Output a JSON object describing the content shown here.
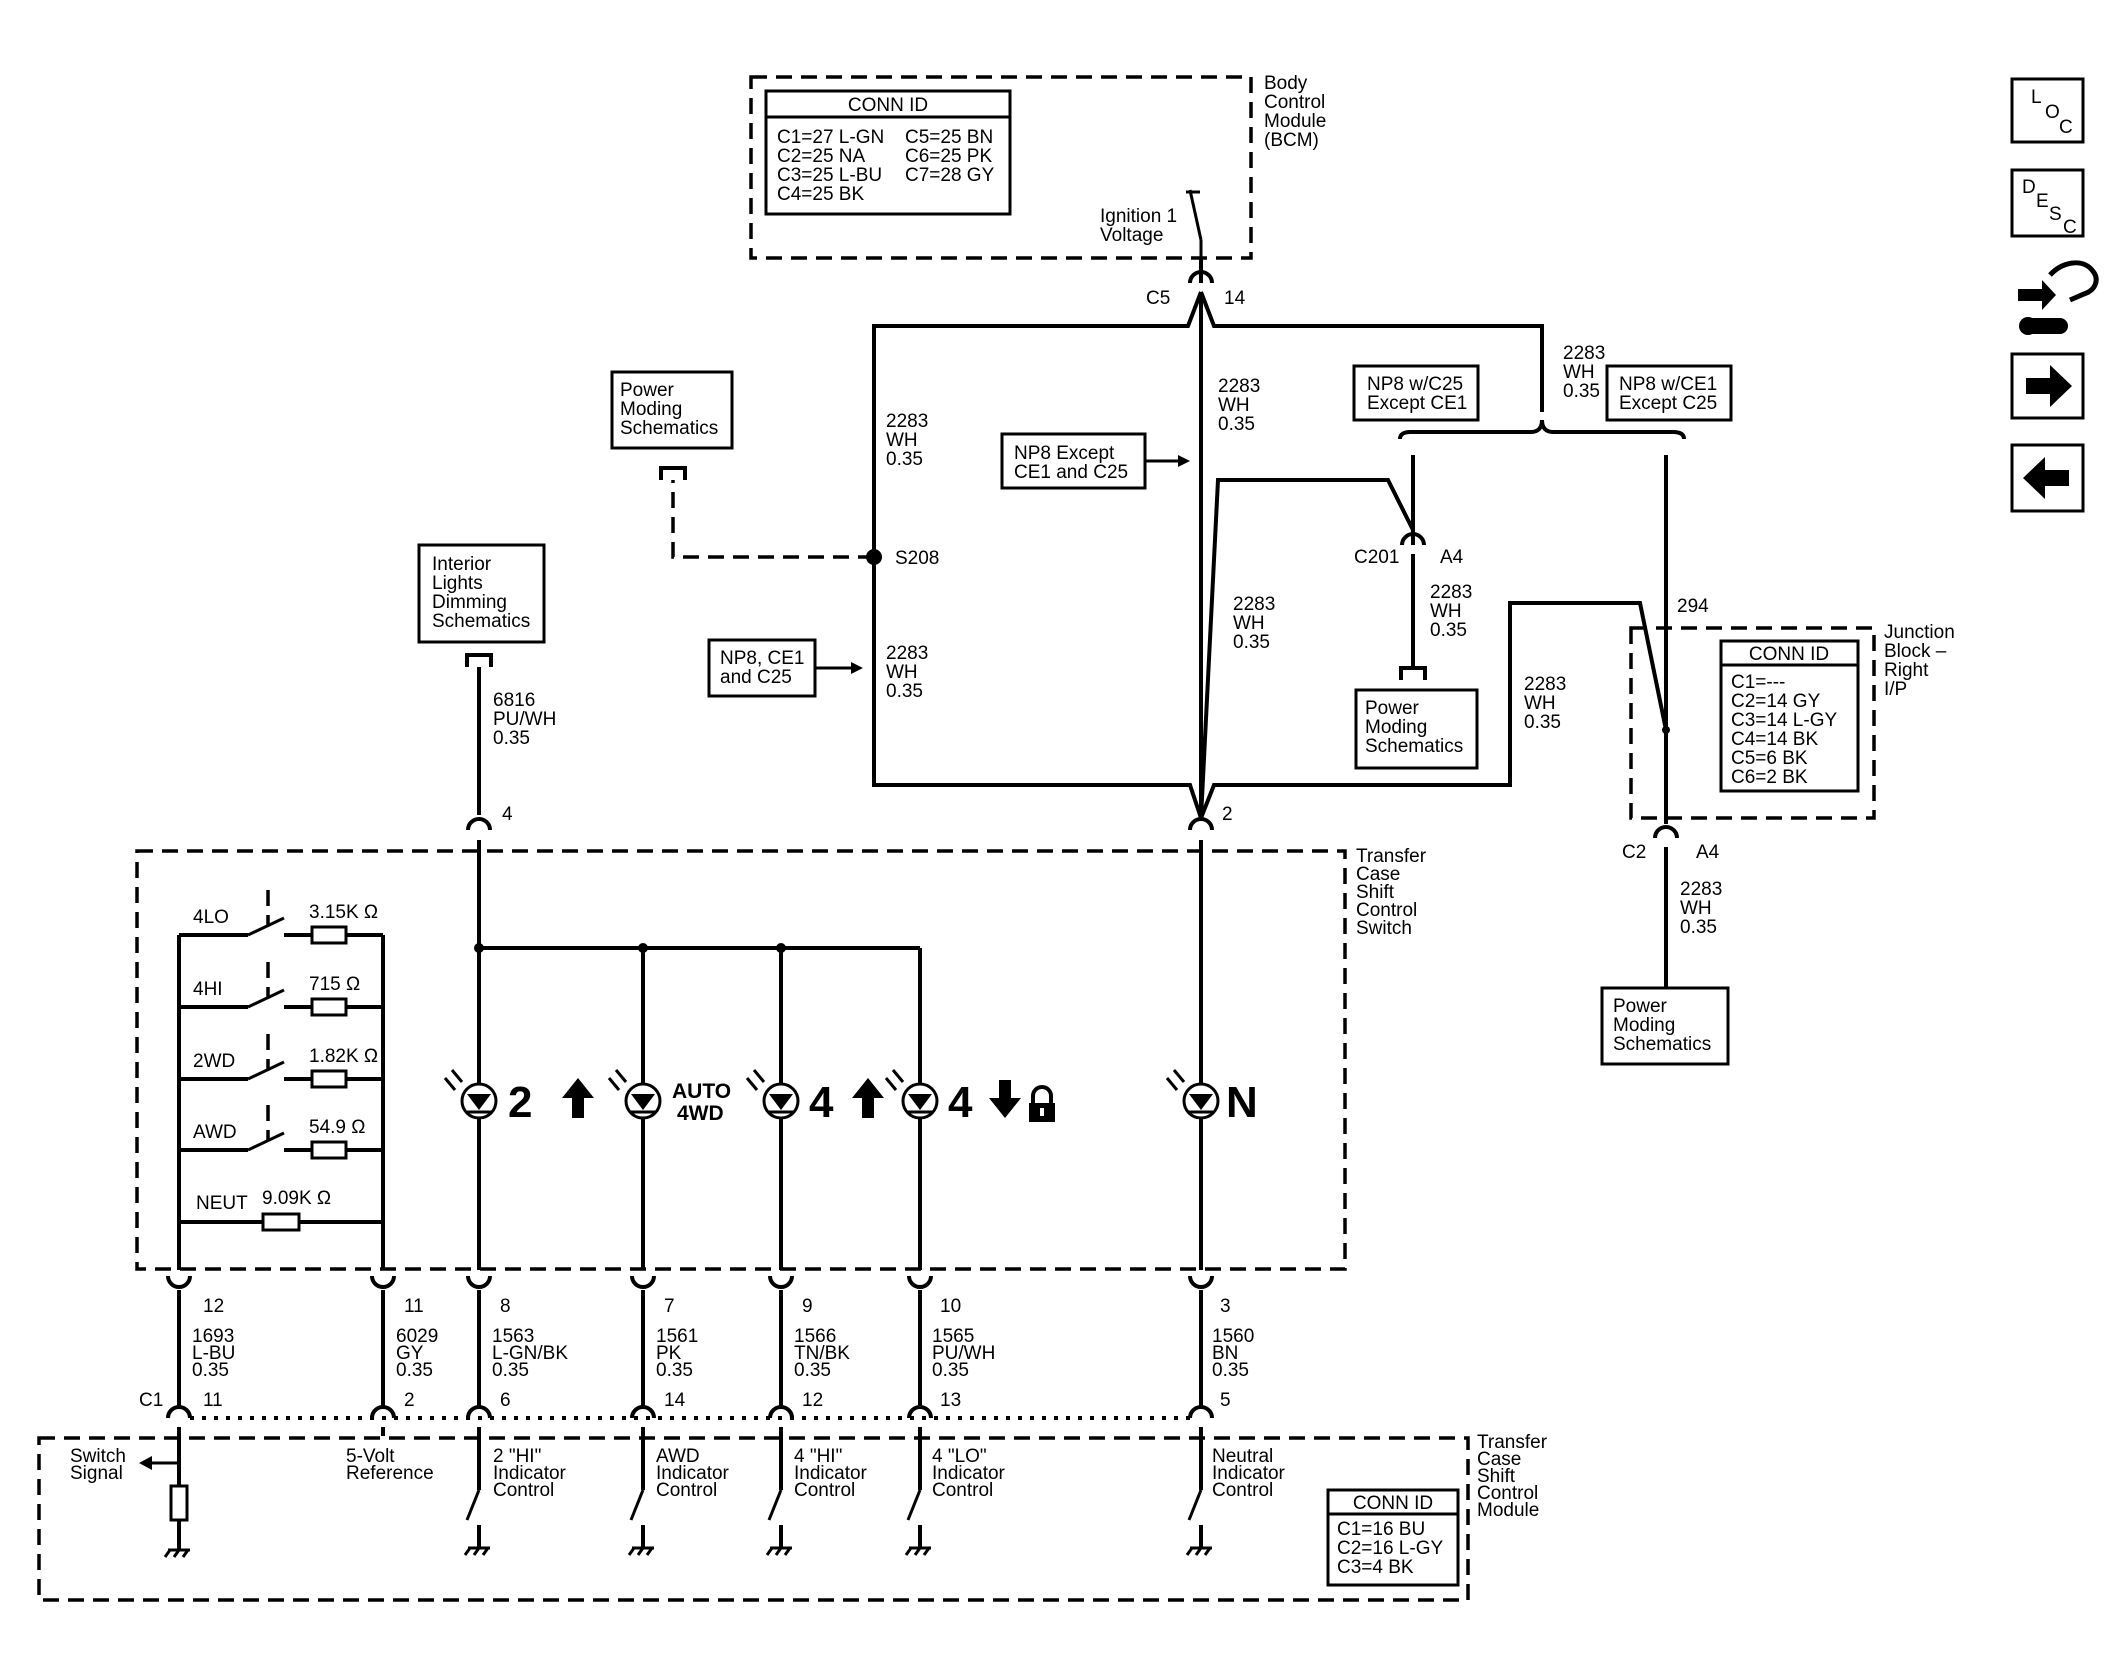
{
  "bcm": {
    "name": [
      "Body",
      "Control",
      "Module",
      "(BCM)"
    ],
    "conn_title": "CONN ID",
    "conn_left": [
      "C1=27 L-GN",
      "C2=25 NA",
      "C3=25 L-BU",
      "C4=25 BK"
    ],
    "conn_right": [
      "C5=25 BN",
      "C6=25 PK",
      "C7=28 GY"
    ],
    "ignition": [
      "Ignition 1",
      "Voltage"
    ],
    "conn": "C5",
    "pin": "14"
  },
  "wires": {
    "w2283a": [
      "2283",
      "WH",
      "0.35"
    ],
    "w2283b": [
      "2283",
      "WH",
      "0.35"
    ],
    "w2283c": [
      "2283",
      "WH",
      "0.35"
    ],
    "w2283d": [
      "2283",
      "WH",
      "0.35"
    ],
    "w2283e": [
      "2283",
      "WH",
      "0.35"
    ],
    "w2283f": [
      "2283",
      "WH",
      "0.35"
    ],
    "w2283g": [
      "2283",
      "WH",
      "0.35"
    ],
    "w2283h": [
      "2283",
      "WH",
      "0.35"
    ],
    "w6816": [
      "6816",
      "PU/WH",
      "0.35"
    ]
  },
  "refs": {
    "power_moding": [
      "Power",
      "Moding",
      "Schematics"
    ],
    "interior": [
      "Interior",
      "Lights",
      "Dimming",
      "Schematics"
    ],
    "np8_except": [
      "NP8 Except",
      "CE1 and C25"
    ],
    "np8_ce1": [
      "NP8, CE1",
      "and C25"
    ],
    "np8_c25": [
      "NP8 w/C25",
      "Except CE1"
    ],
    "np8_ce1b": [
      "NP8 w/CE1",
      "Except C25"
    ]
  },
  "splice": "S208",
  "c201": {
    "conn": "C201",
    "pin": "A4"
  },
  "junction": {
    "name": [
      "Junction",
      "Block –",
      "Right",
      "I/P"
    ],
    "circuit": "294",
    "conn_title": "CONN ID",
    "conn": [
      "C1=---",
      "C2=14 GY",
      "C3=14 L-GY",
      "C4=14 BK",
      "C5=6 BK",
      "C6=2 BK"
    ],
    "c2": "C2",
    "pin": "A4"
  },
  "switch": {
    "name": [
      "Transfer",
      "Case",
      "Shift",
      "Control",
      "Switch"
    ],
    "pin4": "4",
    "pin2": "2",
    "modes": [
      "4LO",
      "4HI",
      "2WD",
      "AWD",
      "NEUT"
    ],
    "resistors": [
      "3.15K Ω",
      "715  Ω",
      "1.82K Ω",
      "54.9  Ω",
      "9.09K Ω"
    ],
    "leds": [
      "2",
      "AUTO",
      "4WD",
      "4",
      "4",
      "N"
    ],
    "pins": [
      "12",
      "11",
      "8",
      "7",
      "9",
      "10",
      "3"
    ]
  },
  "harness": [
    [
      "1693",
      "L-BU",
      "0.35"
    ],
    [
      "6029",
      "GY",
      "0.35"
    ],
    [
      "1563",
      "L-GN/BK",
      "0.35"
    ],
    [
      "1561",
      "PK",
      "0.35"
    ],
    [
      "1566",
      "TN/BK",
      "0.35"
    ],
    [
      "1565",
      "PU/WH",
      "0.35"
    ],
    [
      "1560",
      "BN",
      "0.35"
    ]
  ],
  "module": {
    "name": [
      "Transfer",
      "Case",
      "Shift",
      "Control",
      "Module"
    ],
    "c1": "C1",
    "pins": [
      "11",
      "2",
      "6",
      "14",
      "12",
      "13",
      "5"
    ],
    "labels": [
      [
        "Switch",
        "Signal"
      ],
      [
        "5-Volt",
        "Reference"
      ],
      [
        "2 \"HI\"",
        "Indicator",
        "Control"
      ],
      [
        "AWD",
        "Indicator",
        "Control"
      ],
      [
        "4 \"HI\"",
        "Indicator",
        "Control"
      ],
      [
        "4 \"LO\"",
        "Indicator",
        "Control"
      ],
      [
        "Neutral",
        "Indicator",
        "Control"
      ]
    ],
    "conn_title": "CONN ID",
    "conn": [
      "C1=16 BU",
      "C2=16 L-GY",
      "C3=4 BK"
    ]
  },
  "nav": {
    "loc": [
      "L",
      "O",
      "C"
    ],
    "desc": [
      "D",
      "E",
      "S",
      "C"
    ],
    "icons": [
      "component-views-icon",
      "next-page-icon",
      "previous-page-icon"
    ]
  }
}
